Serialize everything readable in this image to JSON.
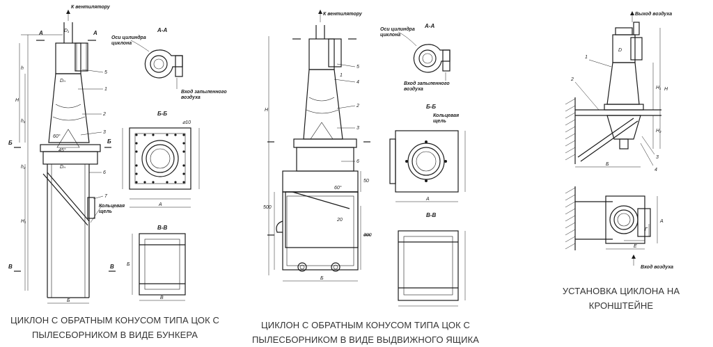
{
  "panel1": {
    "caption": "ЦИКЛОН С ОБРАТНЫМ КОНУСОМ ТИПА ЦОК С ПЫЛЕСБОРНИКОМ В ВИДЕ БУНКЕРА",
    "labels": {
      "to_fan": "К вентилятору",
      "cyl_axis_1": "Оси цилиндра",
      "cyl_axis_2": "циклона",
      "section_aa": "А-А",
      "section_bb": "Б-Б",
      "section_vv": "В-В",
      "dusty_air_1": "Вход запыленного",
      "dusty_air_2": "воздуха",
      "ring_gap_1": "Кольцевая",
      "ring_gap_2": "щель",
      "hole_dia": "⌀10",
      "angle_60": "60°",
      "angle_45": "45°",
      "d1": "D₁",
      "d_out": "Dₙ",
      "d_vyh": "Dₙ",
      "h": "h",
      "H": "H",
      "h1": "h₁",
      "h2": "h₂",
      "H1": "H₁",
      "A": "А",
      "B": "Б",
      "b": "В",
      "E": "Б",
      "mark_A": "А",
      "mark_B": "Б",
      "mark_V": "В",
      "n1": "1",
      "n2": "2",
      "n3": "3",
      "n5": "5",
      "n6": "6",
      "n7": "7"
    }
  },
  "panel2": {
    "caption": "ЦИКЛОН С ОБРАТНЫМ КОНУСОМ ТИПА ЦОК С ПЫЛЕСБОРНИКОМ В ВИДЕ ВЫДВИЖНОГО ЯЩИКА",
    "labels": {
      "to_fan": "К вентилятору",
      "cyl_axis_1": "Оси цилиндра",
      "cyl_axis_2": "циклона",
      "section_aa": "А-А",
      "section_bb": "Б-Б",
      "section_vv": "В-В",
      "dusty_air_1": "Вход запыленного",
      "dusty_air_2": "воздуха",
      "ring_gap_1": "Кольцевая",
      "ring_gap_2": "щель",
      "angle_60": "60°",
      "dim_500": "500",
      "dim_50": "50",
      "dim_300": "300",
      "dim_20": "20",
      "H": "H",
      "A": "А",
      "B": "Б",
      "n1": "1",
      "n2": "2",
      "n3": "3",
      "n4": "4",
      "n5": "5",
      "n6": "6"
    }
  },
  "panel3": {
    "caption": "УСТАНОВКА ЦИКЛОНА НА КРОНШТЕЙНЕ",
    "labels": {
      "air_out": "Выход воздуха",
      "air_in": "Вход воздуха",
      "D": "D",
      "H": "H",
      "H1": "H₁",
      "H2": "H₂",
      "A": "А",
      "B": "Б",
      "E": "Е",
      "G": "Г",
      "n1": "1",
      "n2": "2",
      "n3": "3",
      "n4": "4"
    }
  }
}
